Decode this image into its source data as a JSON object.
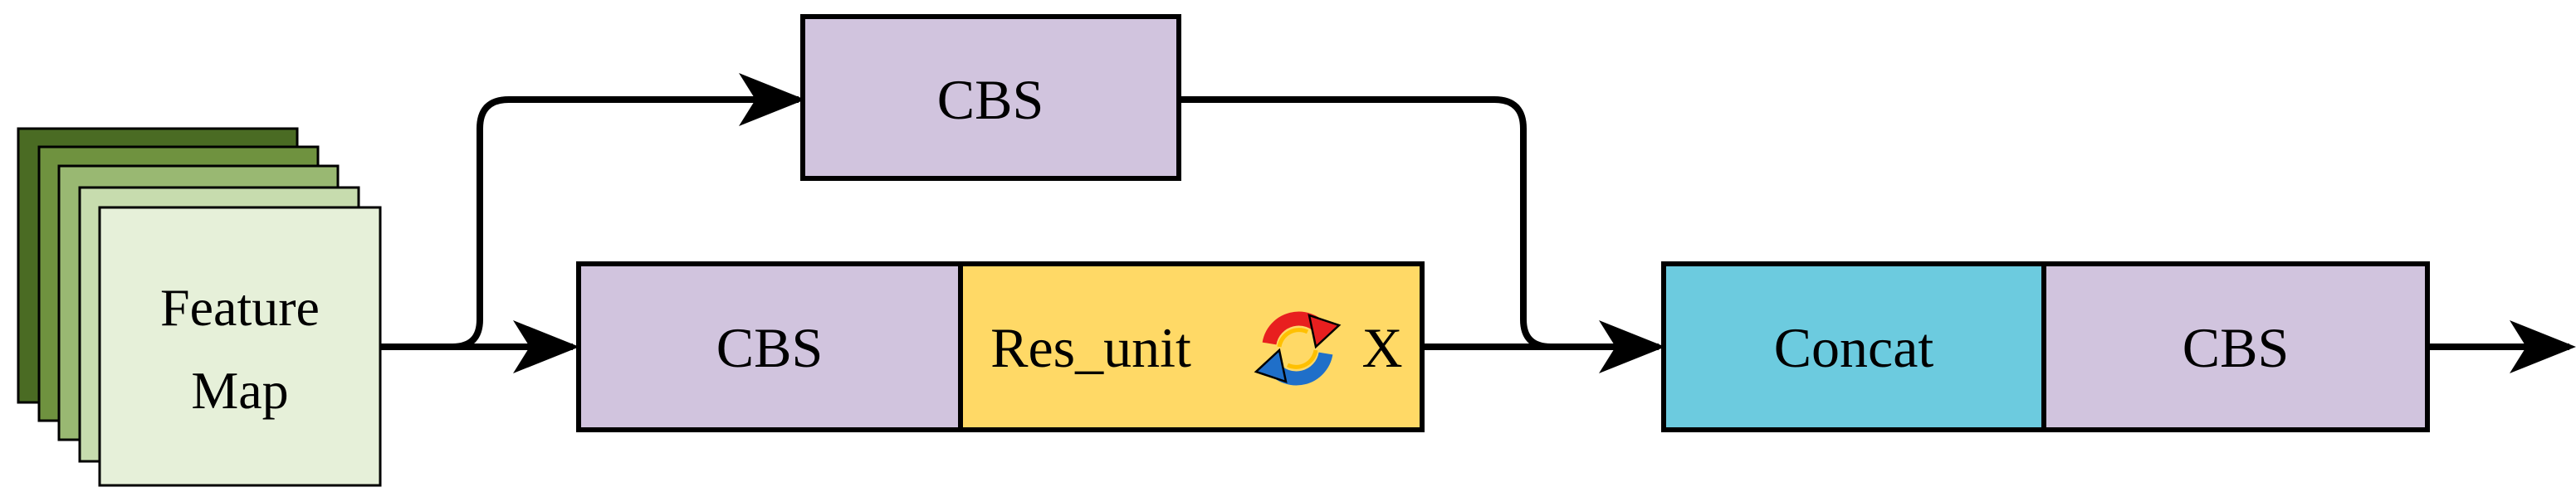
{
  "input": {
    "label_line1": "Feature",
    "label_line2": "Map",
    "layer_colors": [
      "#4a6b23",
      "#6f923f",
      "#99b872",
      "#c7dcae",
      "#e6f0d9"
    ]
  },
  "top_branch": {
    "cbs_label": "CBS"
  },
  "main_branch": {
    "cbs_label": "CBS",
    "res_unit_label": "Res_unit",
    "repeat_icon": "cycle-arrows-icon",
    "multiplier_label": "X"
  },
  "output_block": {
    "concat_label": "Concat",
    "cbs_label": "CBS"
  },
  "colors": {
    "cbs": "#d1c4de",
    "res_unit": "#ffd966",
    "concat": "#6ccbdf",
    "arrow": "#000000",
    "cycle_red": "#e81f1f",
    "cycle_blue": "#1f6fc9",
    "cycle_yellow": "#ffc000"
  }
}
